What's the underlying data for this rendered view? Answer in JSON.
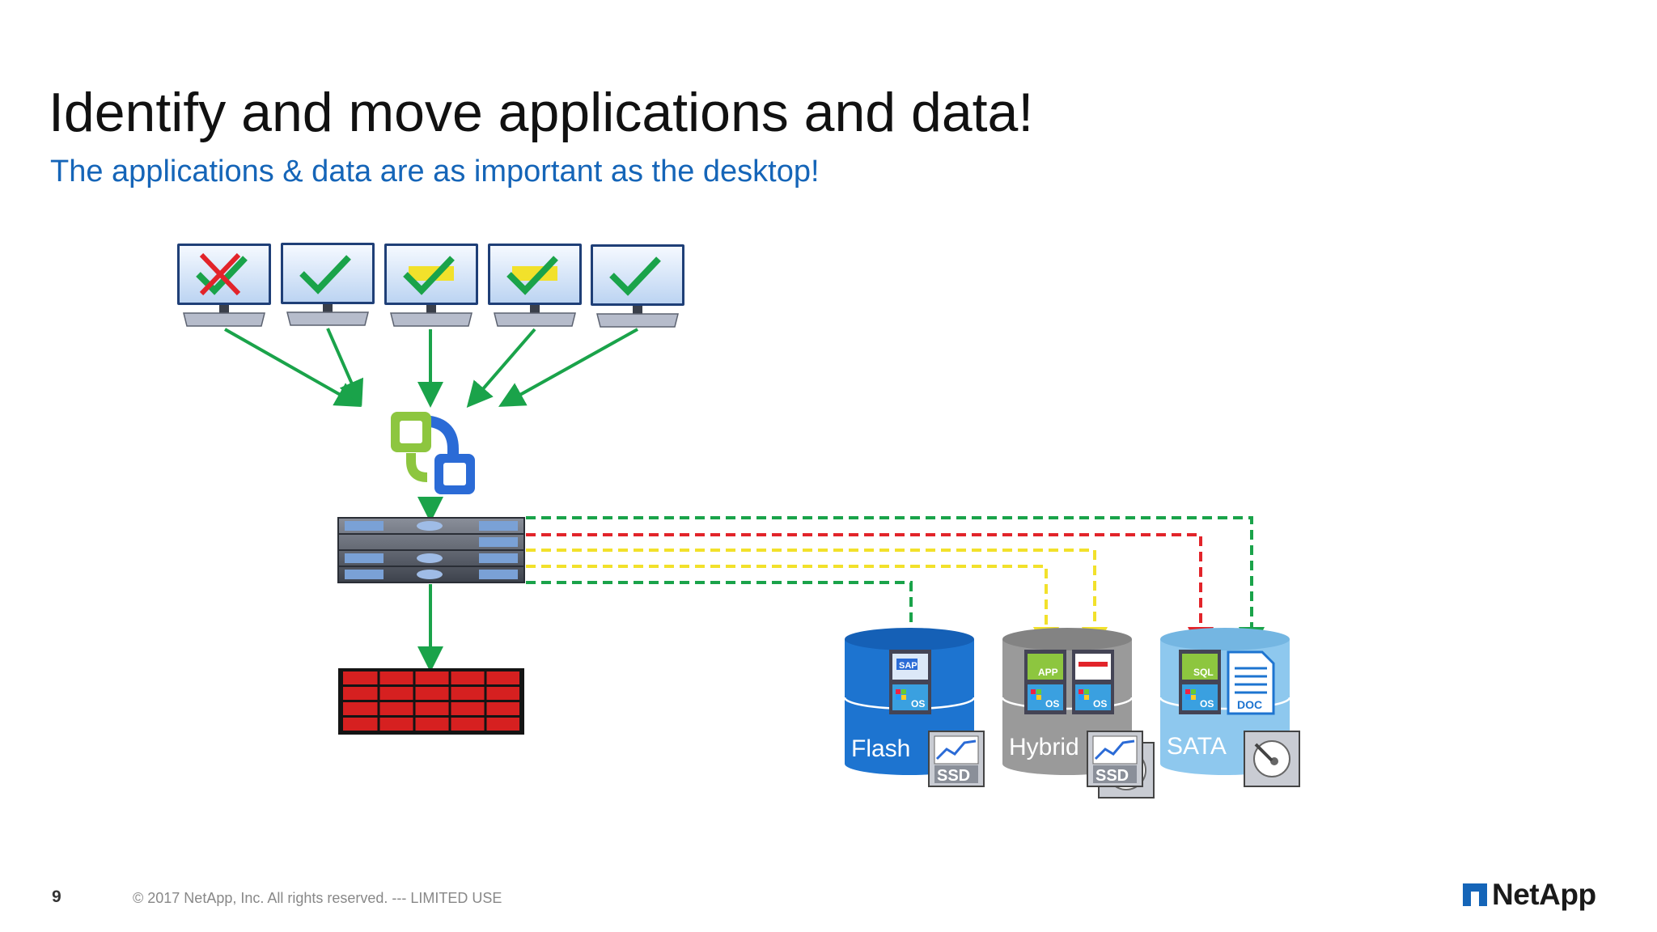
{
  "slide": {
    "title": "Identify and move applications and data!",
    "subtitle": "The applications & data are as important as the desktop!",
    "page_number": "9",
    "copyright": "© 2017 NetApp, Inc. All rights reserved.  ---  LIMITED USE",
    "logo_text": "NetApp"
  },
  "diagram": {
    "desktops": [
      {
        "status": "red-x-over-check"
      },
      {
        "status": "green-check"
      },
      {
        "status": "green-check-yellow-highlight"
      },
      {
        "status": "green-check-yellow-highlight"
      },
      {
        "status": "green-check"
      }
    ],
    "tiers": [
      {
        "label": "Flash",
        "color": "#1d74d0",
        "badge": "SSD",
        "apps": [
          "SAP",
          "OS"
        ]
      },
      {
        "label": "Hybrid",
        "color": "#9a9a9a",
        "badge": "SSD",
        "apps": [
          "APP",
          "OS",
          "ORACLE",
          "OS"
        ]
      },
      {
        "label": "SATA",
        "color": "#8ec8ee",
        "badge": "",
        "apps": [
          "SQL",
          "OS",
          "DOC"
        ]
      }
    ],
    "colors": {
      "arrow_green": "#1aa34a",
      "dash_green": "#1aa34a",
      "dash_red": "#e2242a",
      "dash_yellow": "#f2e12b",
      "check_green": "#1aa34a",
      "x_red": "#e2242a",
      "array_red": "#d62020",
      "title_blue": "#1565b8"
    }
  }
}
